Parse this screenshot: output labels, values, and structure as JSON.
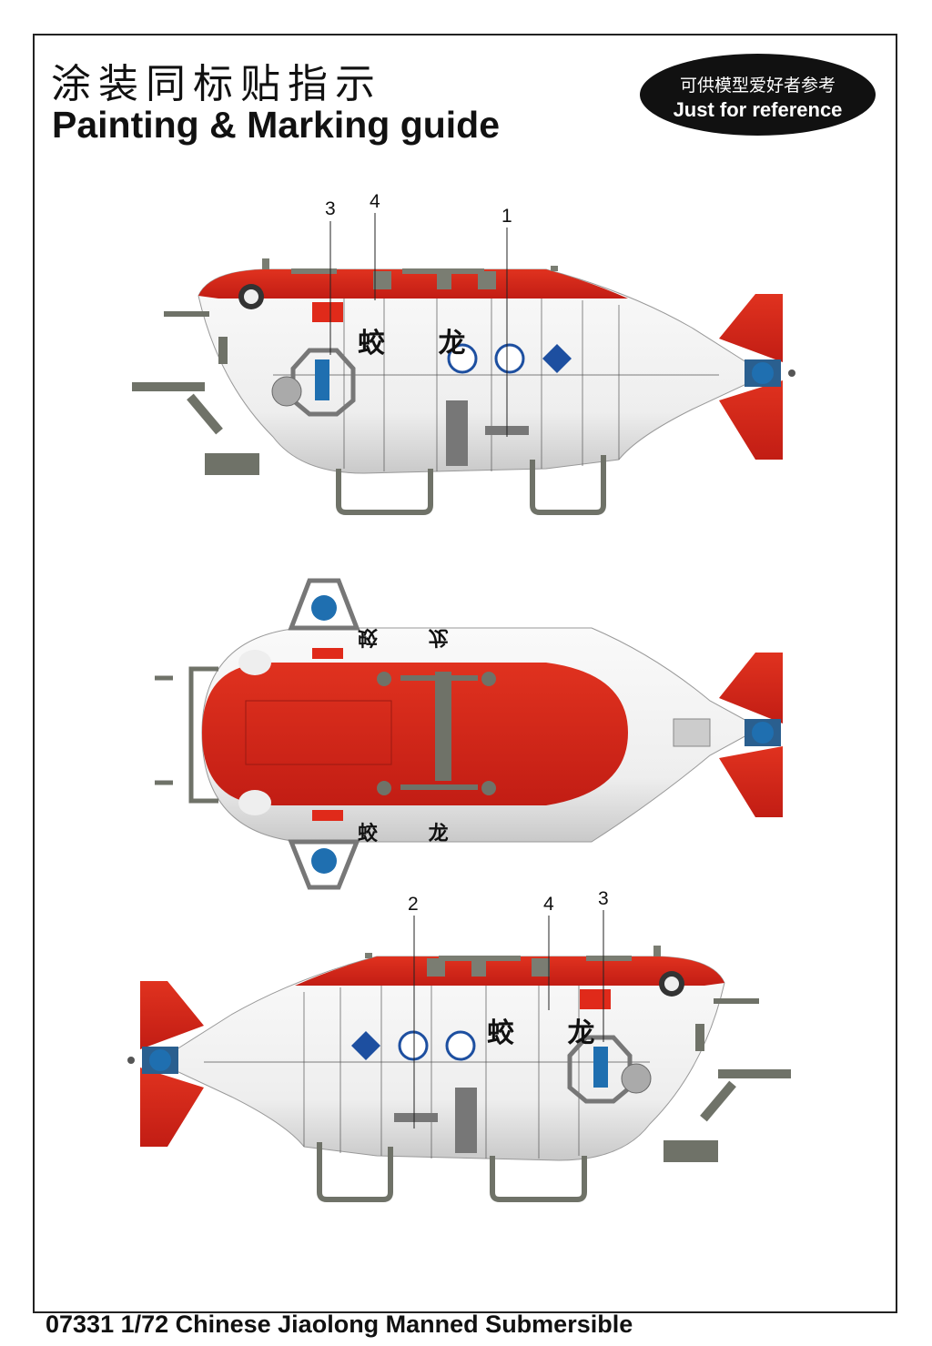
{
  "header": {
    "title_cn": "涂装同标贴指示",
    "title_en": "Painting & Marking guide",
    "badge_cn": "可供模型爱好者参考",
    "badge_en": "Just for reference"
  },
  "views": {
    "side_right": {
      "callouts": [
        "3",
        "4",
        "1"
      ],
      "hull_name": "蛟 龙"
    },
    "top": {
      "hull_name_top": "蛟 龙",
      "hull_name_bottom": "蛟 龙"
    },
    "side_left": {
      "callouts": [
        "2",
        "4",
        "3"
      ],
      "hull_name": "蛟 龙"
    }
  },
  "colors": {
    "hull_red": "#d9261c",
    "hull_white": "#f1f1f1",
    "frame_grey": "#6f7268",
    "prop_blue": "#1f6fb0"
  },
  "footer": {
    "caption": "07331 1/72 Chinese Jiaolong Manned Submersible"
  }
}
